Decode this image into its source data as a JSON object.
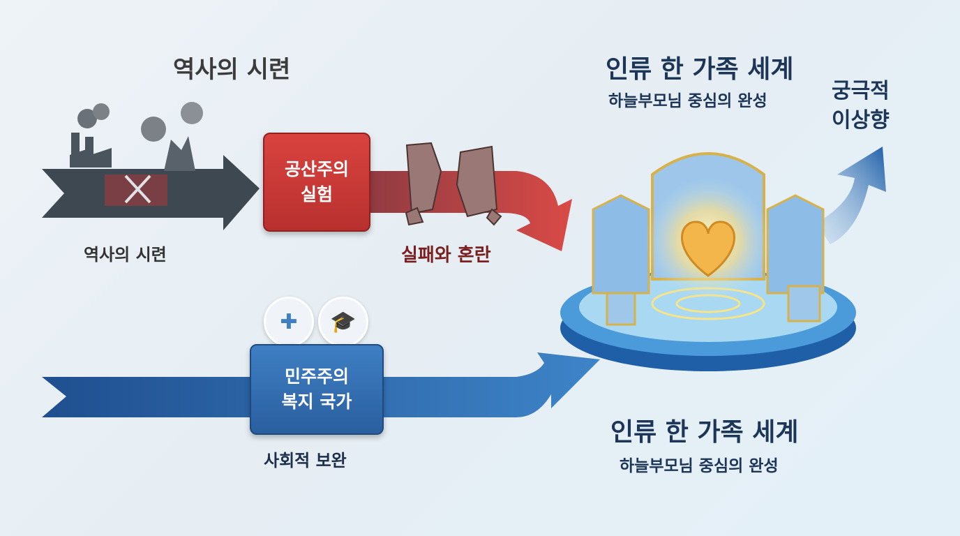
{
  "left": {
    "title": "역사의 시련",
    "trial_label": "역사의 시련",
    "communism_box": "공산주의\n실험",
    "communism_line1": "공산주의",
    "communism_line2": "실험",
    "failure_label": "실패와 혼란",
    "welfare_line1": "민주주의",
    "welfare_line2": "복지 국가",
    "welfare_label": "사회적 보완"
  },
  "right": {
    "top_title": "인류 한 가족 세계",
    "top_subtitle": "하늘부모님 중심의 완성",
    "ultimate_line1": "궁극적",
    "ultimate_line2": "이상향",
    "bottom_title": "인류 한 가족 세계",
    "bottom_subtitle": "하늘부모님 중심의 완성"
  },
  "icons": [
    "factory-icon",
    "crossed-swords-icon",
    "broken-pillar-icon",
    "medical-kit-icon",
    "graduation-cap-icon",
    "heart-icon"
  ],
  "colors": {
    "dark_arrow": "#3e4851",
    "red": "#c7393a",
    "blue": "#2d64a8",
    "navy_text": "#1d3557",
    "dark_red_text": "#7a1e1e"
  }
}
